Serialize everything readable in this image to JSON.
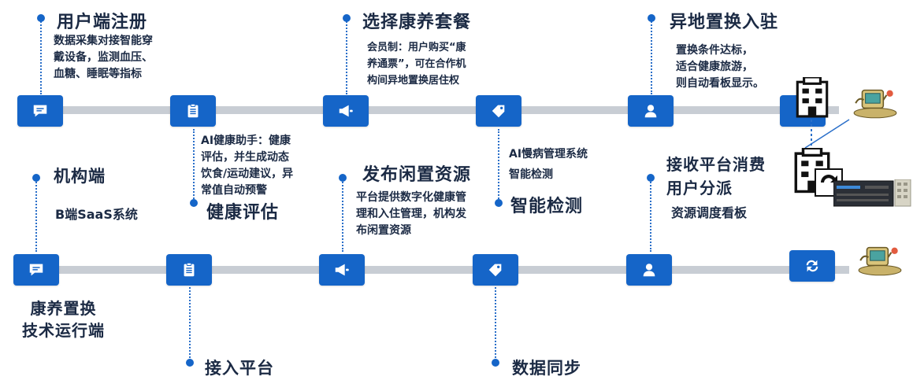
{
  "top_row": {
    "stage1": {
      "title": "用户端注册",
      "desc_lines": [
        "数据采集对接智能穿",
        "戴设备，监测血压、",
        "血糖、睡眠等指标"
      ]
    },
    "stage2": {
      "title": "健康评估",
      "desc_lines": [
        "AI健康助手：健康",
        "评估，并生成动态",
        "饮食/运动建议，异",
        "常值自动预警"
      ]
    },
    "stage3": {
      "title": "选择康养套餐",
      "desc_lines": [
        "会员制：用户购买“康",
        "养通票”，可在合作机",
        "构间异地置换居住权"
      ]
    },
    "stage4": {
      "title": "智能检测",
      "desc_lines": [
        "AI慢病管理系统",
        "智能检测"
      ]
    },
    "stage5": {
      "title": "异地置换入驻",
      "desc_lines": [
        "置换条件达标，",
        "适合健康旅游，",
        "则自动看板显示。"
      ]
    }
  },
  "bottom_row": {
    "stage1": {
      "title": "机构端",
      "desc": "B端SaaS系统"
    },
    "stage1b": {
      "title_lines": [
        "康养置换",
        "技术运行端"
      ]
    },
    "stage2": {
      "title": "接入平台"
    },
    "stage3": {
      "title": "发布闲置资源",
      "desc_lines": [
        "平台提供数字化健康管",
        "理和入住管理，机构发",
        "布闲置资源"
      ]
    },
    "stage4": {
      "title": "数据同步"
    },
    "stage5": {
      "title_lines": [
        "接收平台消费",
        "用户分派"
      ],
      "desc": "资源调度看板"
    }
  },
  "icons": {
    "node1": "chat-bubble-icon",
    "node2": "clipboard-icon",
    "node3": "megaphone-icon",
    "node4": "tag-icon",
    "node5": "person-icon",
    "node6": "refresh-icon"
  },
  "colors": {
    "node_blue": "#1565c8",
    "track_gray": "#c8cdd4",
    "text_dark": "#1b2a44"
  }
}
